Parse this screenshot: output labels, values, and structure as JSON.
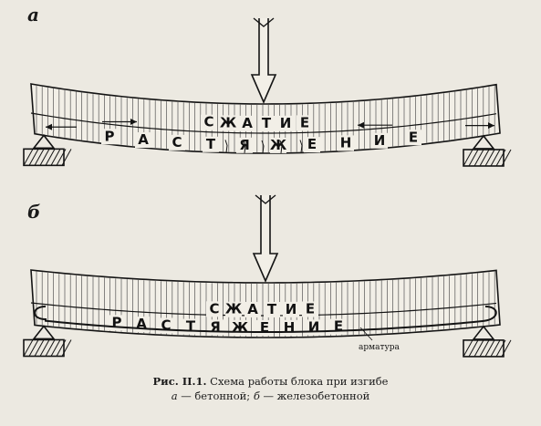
{
  "figure": {
    "panel_a_label": "а",
    "panel_b_label": "б",
    "beam_a": {
      "compression_letters": [
        "С",
        "Ж",
        "А",
        "Т",
        "И",
        "Е"
      ],
      "tension_letters": [
        "Р",
        "А",
        "С",
        "Т",
        "Я",
        "Ж",
        "Е",
        "Н",
        "И",
        "Е"
      ]
    },
    "beam_b": {
      "compression_letters": [
        "С",
        "Ж",
        "А",
        "Т",
        "И",
        "Е"
      ],
      "tension_letters": [
        "Р",
        "А",
        "С",
        "Т",
        "Я",
        "Ж",
        "Е",
        "Н",
        "И",
        "Е"
      ],
      "reinforcement_label": "арматура"
    },
    "caption": {
      "number": "Рис. II.1.",
      "title": "Схема работы блока при изгибе",
      "line2_a_letter": "а",
      "line2_a_text": "— бетонной;",
      "line2_b_letter": "б",
      "line2_b_text": "— железобетонной"
    }
  }
}
